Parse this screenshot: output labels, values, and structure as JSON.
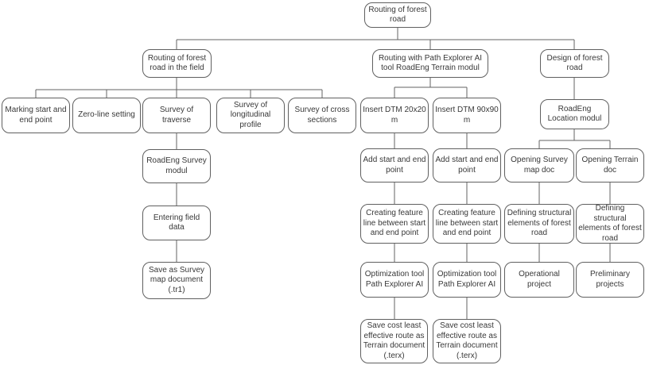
{
  "diagram": {
    "title": "Routing of forest road flowchart",
    "colors": {
      "background": "#ffffff",
      "box_fill": "#ffffff",
      "box_border": "#606060",
      "text": "#383838",
      "connector_line": "#636363"
    },
    "nodes": {
      "root": {
        "label": "Routing of forest road"
      },
      "field": {
        "label": "Routing of forest road in the field"
      },
      "pathai": {
        "label": "Routing with Path Explorer AI tool RoadEng Terrain modul"
      },
      "design": {
        "label": "Design of forest road"
      },
      "marking": {
        "label": "Marking start and end point"
      },
      "zeroline": {
        "label": "Zero-line setting"
      },
      "traverse": {
        "label": "Survey of traverse"
      },
      "longprofile": {
        "label": "Survey of longitudinal profile"
      },
      "crosssections": {
        "label": "Survey of cross sections"
      },
      "dtm20": {
        "label": "Insert DTM 20x20 m"
      },
      "dtm90": {
        "label": "Insert DTM 90x90 m"
      },
      "location": {
        "label": "RoadEng Location modul"
      },
      "surveymodul": {
        "label": "RoadEng Survey modul"
      },
      "addstart1": {
        "label": "Add start and end point"
      },
      "addstart2": {
        "label": "Add start and end point"
      },
      "opensurvey": {
        "label": "Opening Survey map doc"
      },
      "openterrain": {
        "label": "Opening Terrain doc"
      },
      "entering": {
        "label": "Entering field data"
      },
      "creating1": {
        "label": "Creating feature line between start and end point"
      },
      "creating2": {
        "label": "Creating feature line between start and end point"
      },
      "defining1": {
        "label": "Defining structural elements of forest road"
      },
      "defining2": {
        "label": "Defining structural elements of forest road"
      },
      "saveas": {
        "label": "Save as Survey map document (.tr1)"
      },
      "opt1": {
        "label": "Optimization tool Path Explorer AI"
      },
      "opt2": {
        "label": "Optimization tool Path Explorer AI"
      },
      "operational": {
        "label": "Operational project"
      },
      "preliminary": {
        "label": "Preliminary projects"
      },
      "savecost1": {
        "label": "Save cost least effective route as Terrain document (.terx)"
      },
      "savecost2": {
        "label": "Save cost least effective route as Terrain document (.terx)"
      }
    }
  }
}
